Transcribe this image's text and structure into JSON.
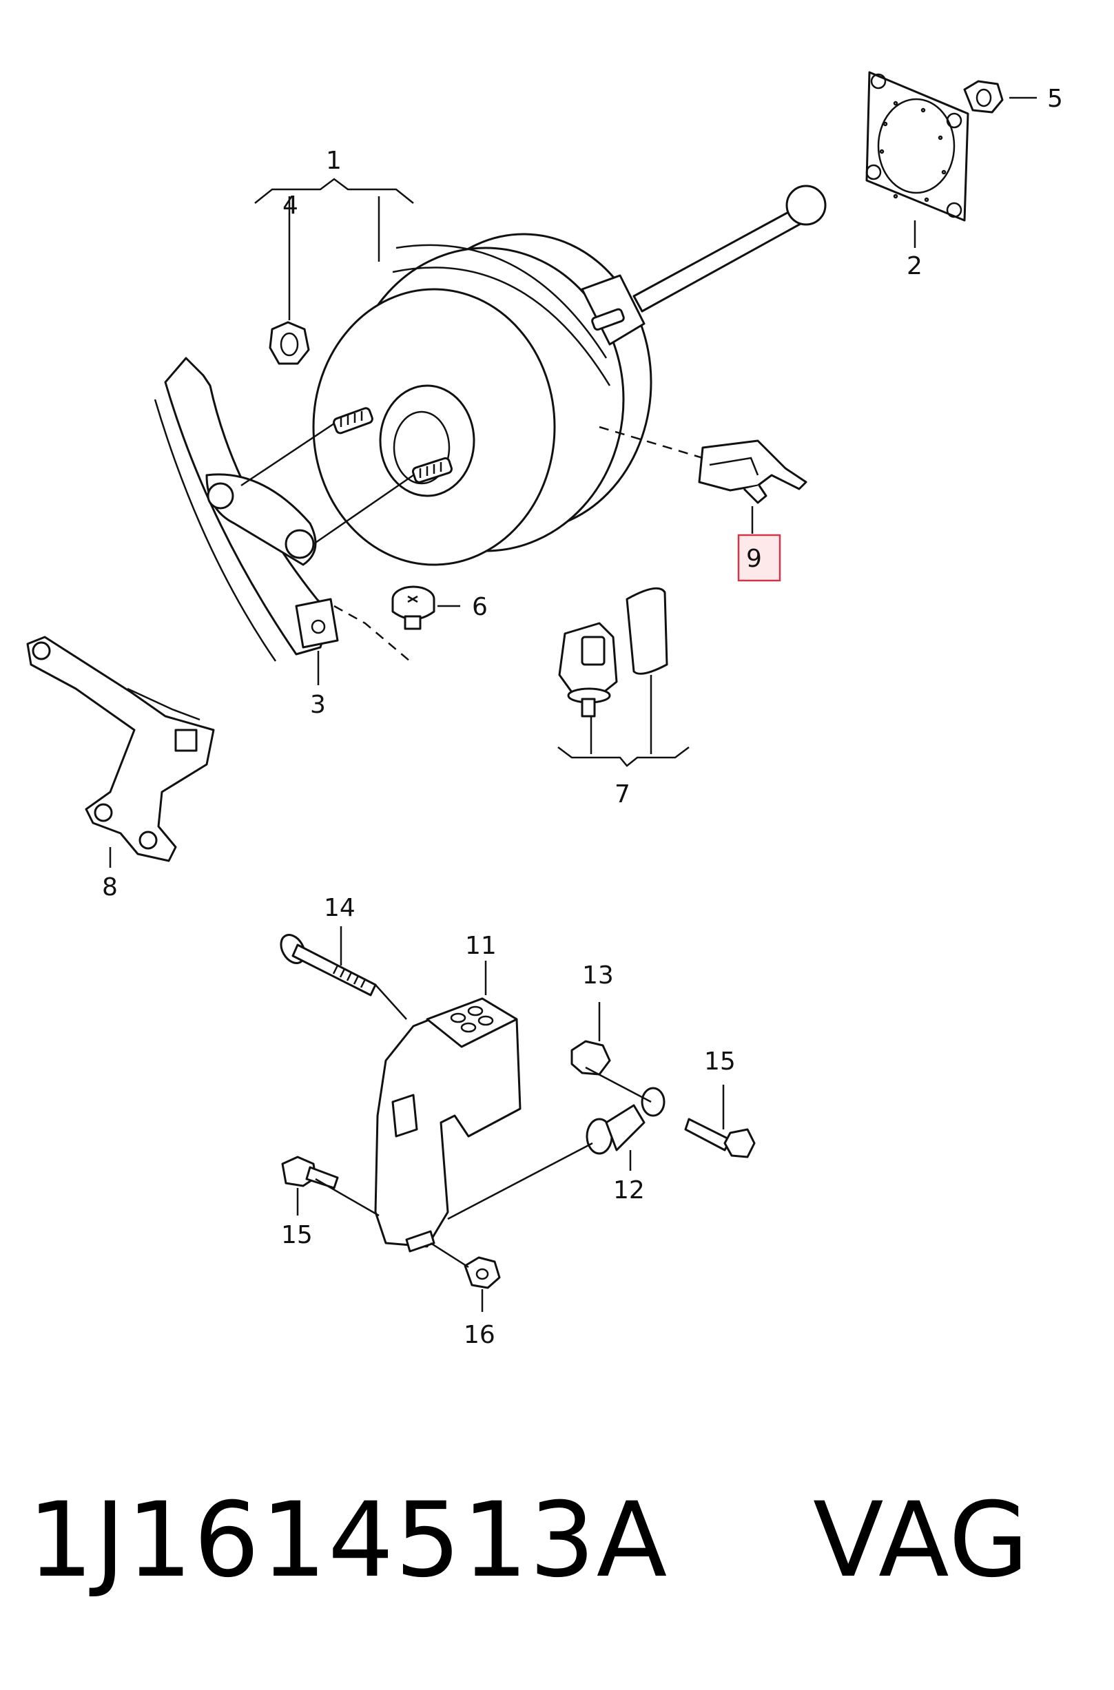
{
  "diagram": {
    "callouts": {
      "c1": "1",
      "c2": "2",
      "c3": "3",
      "c4": "4",
      "c5": "5",
      "c6": "6",
      "c7": "7",
      "c8": "8",
      "c9": "9",
      "c11": "11",
      "c12": "12",
      "c13": "13",
      "c14": "14",
      "c15a": "15",
      "c15b": "15",
      "c16": "16"
    },
    "highlighted_callout": "9",
    "highlight_color": "#d0354a"
  },
  "footer": {
    "part_number": "1J1614513A",
    "manufacturer": "VAG"
  }
}
